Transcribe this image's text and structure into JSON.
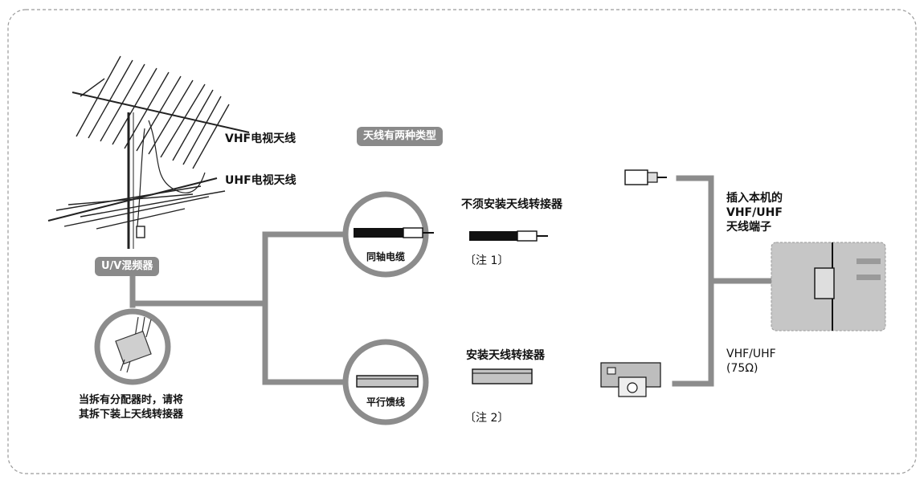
{
  "labels": {
    "vhf_antenna": "VHF电视天线",
    "uhf_antenna": "UHF电视天线",
    "two_types_badge": "天线有两种类型",
    "uv_mixer": "U/V混频器",
    "coax_cable": "同轴电缆",
    "parallel_feeder": "平行馈线",
    "no_converter": "不须安装天线转接器",
    "note1": "〔注 1〕",
    "install_converter": "安装天线转接器",
    "note2": "〔注 2〕",
    "insert_into_unit_line1": "插入本机的",
    "insert_into_unit_line2": "VHF/UHF",
    "insert_into_unit_line3": "天线端子",
    "terminal_line1": "VHF/UHF",
    "terminal_line2": "(75Ω)",
    "splitter_note_line1": "当拆有分配器时，请将",
    "splitter_note_line2": "其拆下装上天线转接器"
  },
  "colors": {
    "line": "#8c8c8c",
    "badge": "#8a8a8a",
    "device_panel": "#c6c6c6",
    "device_port": "#9a9a9a"
  }
}
